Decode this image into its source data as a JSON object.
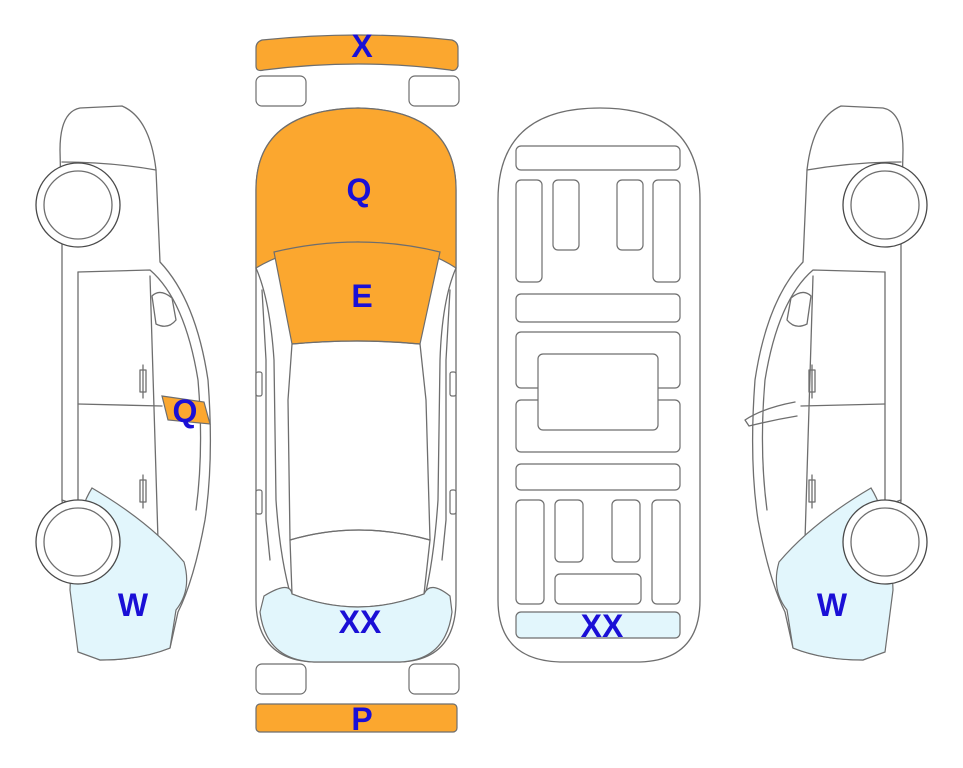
{
  "colors": {
    "damage_orange": "#FBA72F",
    "damage_light_blue": "#E2F6FC",
    "label_blue": "#1A0FD6",
    "outline": "#6E6E6E"
  },
  "labels": {
    "front_bumper": "X",
    "hood": "Q",
    "windshield": "E",
    "left_door": "Q",
    "left_rear_quarter": "W",
    "rear_top": "XX",
    "underbody_rear": "XX",
    "right_rear_quarter": "W",
    "rear_bumper": "P"
  }
}
